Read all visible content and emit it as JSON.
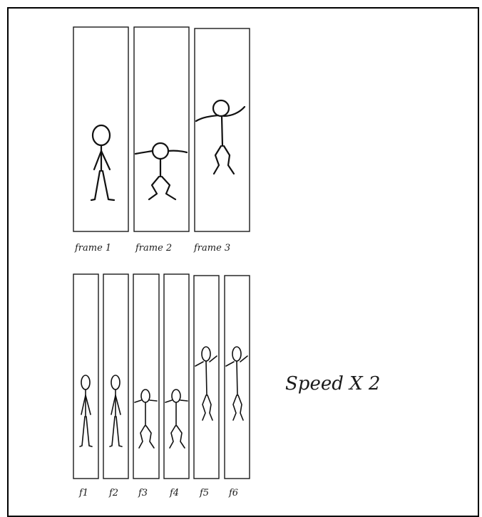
{
  "top_row": {
    "labels": [
      "frame 1",
      "frame 2",
      "frame 3"
    ],
    "poses": [
      "stand",
      "squat",
      "jump"
    ]
  },
  "bottom_row": {
    "labels": [
      "f1",
      "f2",
      "f3",
      "f4",
      "f5",
      "f6"
    ],
    "poses": [
      "stand",
      "stand",
      "squat",
      "squat",
      "jump",
      "jump"
    ]
  },
  "speed_label": "Speed X 2"
}
